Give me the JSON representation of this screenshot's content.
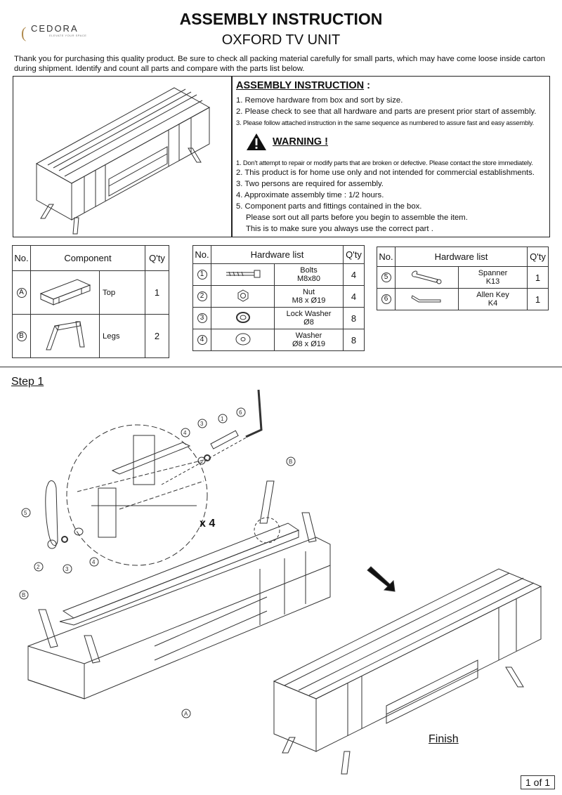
{
  "brand": {
    "name": "CEDORA",
    "tagline": "ELEVATE YOUR SPACE"
  },
  "header": {
    "title": "ASSEMBLY INSTRUCTION",
    "subtitle": "OXFORD TV UNIT"
  },
  "intro": "Thank you for purchasing this quality product. Be sure to check all packing material carefully for small parts, which may have come loose inside carton during shipment. Identify and count all parts and compare with the parts list below.",
  "instructions": {
    "title": "ASSEMBLY INSTRUCTION",
    "title_suffix": " :",
    "steps": [
      "1. Remove hardware from box and sort by size.",
      "2. Please check to see that all hardware and parts are present prior start of assembly.",
      "3. Please follow attached instruction in the same sequence as numbered to assure fast and easy assembly."
    ],
    "warning_title": "WARNING !",
    "warnings": [
      "1. Don't attempt to repair or modify parts that are broken or defective. Please contact the store immediately.",
      "2. This product is for home use  only and not intended for commercial establishments.",
      "3. Two persons are required for assembly.",
      "4. Approximate assembly time : 1/2 hours.",
      "5. Component parts and fittings contained in the box.",
      "Please sort out all parts before you begin to assemble the item.",
      "This is to make sure  you always use the correct part ."
    ]
  },
  "component_table": {
    "headers": {
      "no": "No.",
      "name": "Component",
      "qty": "Q'ty"
    },
    "rows": [
      {
        "no": "A",
        "name": "Top",
        "qty": "1"
      },
      {
        "no": "B",
        "name": "Legs",
        "qty": "2"
      }
    ]
  },
  "hardware_table_1": {
    "headers": {
      "no": "No.",
      "name": "Hardware list",
      "qty": "Q'ty"
    },
    "rows": [
      {
        "no": "1",
        "name": "Bolts",
        "spec": "M8x80",
        "qty": "4"
      },
      {
        "no": "2",
        "name": "Nut",
        "spec": "M8 x Ø19",
        "qty": "4"
      },
      {
        "no": "3",
        "name": "Lock Washer",
        "spec": "Ø8",
        "qty": "8"
      },
      {
        "no": "4",
        "name": "Washer",
        "spec": "Ø8 x Ø19",
        "qty": "8"
      }
    ]
  },
  "hardware_table_2": {
    "headers": {
      "no": "No.",
      "name": "Hardware list",
      "qty": "Q'ty"
    },
    "rows": [
      {
        "no": "5",
        "name": "Spanner",
        "spec": "K13",
        "qty": "1"
      },
      {
        "no": "6",
        "name": "Allen Key",
        "spec": "K4",
        "qty": "1"
      }
    ]
  },
  "diagram": {
    "step_label": "Step 1",
    "multiplier": "x 4",
    "callouts": [
      "1",
      "2",
      "3",
      "4",
      "5",
      "6",
      "A",
      "B"
    ],
    "finish_label": "Finish"
  },
  "page": "1 of 1"
}
